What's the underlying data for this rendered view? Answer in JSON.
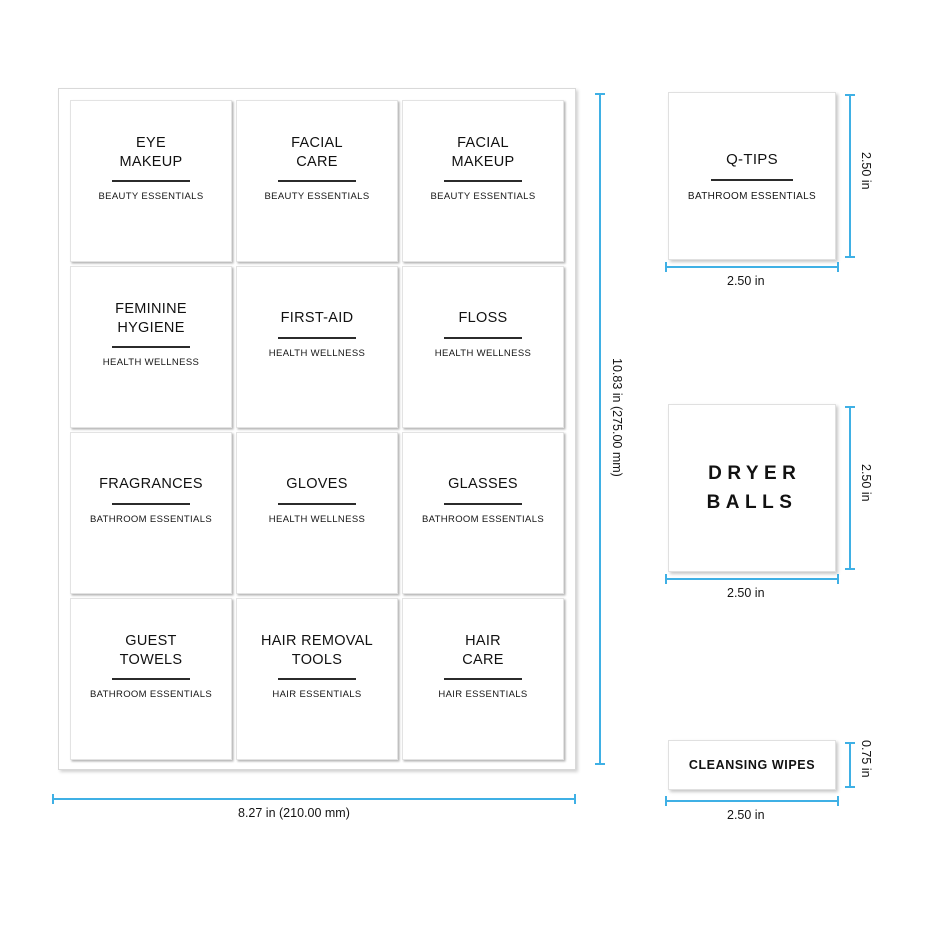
{
  "sheet": {
    "width_label": "8.27 in  (210.00 mm)",
    "height_label": "10.83 in (275.00 mm)",
    "cards": [
      {
        "title": "EYE\nMAKEUP",
        "subtitle": "BEAUTY ESSENTIALS"
      },
      {
        "title": "FACIAL\nCARE",
        "subtitle": "BEAUTY ESSENTIALS"
      },
      {
        "title": "FACIAL\nMAKEUP",
        "subtitle": "BEAUTY ESSENTIALS"
      },
      {
        "title": "FEMININE\nHYGIENE",
        "subtitle": "HEALTH WELLNESS"
      },
      {
        "title": "FIRST-AID",
        "subtitle": "HEALTH WELLNESS"
      },
      {
        "title": "FLOSS",
        "subtitle": "HEALTH WELLNESS"
      },
      {
        "title": "FRAGRANCES",
        "subtitle": "BATHROOM ESSENTIALS"
      },
      {
        "title": "GLOVES",
        "subtitle": "HEALTH WELLNESS"
      },
      {
        "title": "GLASSES",
        "subtitle": "BATHROOM ESSENTIALS"
      },
      {
        "title": "GUEST\nTOWELS",
        "subtitle": "BATHROOM ESSENTIALS"
      },
      {
        "title": "HAIR REMOVAL\nTOOLS",
        "subtitle": "HAIR ESSENTIALS"
      },
      {
        "title": "HAIR\nCARE",
        "subtitle": "HAIR ESSENTIALS"
      }
    ]
  },
  "panels": {
    "qtips": {
      "title": "Q-TIPS",
      "subtitle": "BATHROOM ESSENTIALS",
      "width_label": "2.50 in",
      "height_label": "2.50 in"
    },
    "dryer": {
      "title": "DRYER\nBALLS",
      "width_label": "2.50 in",
      "height_label": "2.50 in"
    },
    "wipes": {
      "title": "CLEANSING WIPES",
      "width_label": "2.50 in",
      "height_label": "0.75 in"
    }
  },
  "colors": {
    "dimension_line": "#3FB0E5",
    "card_text": "#111111",
    "sheet_border": "#d9d9d9"
  }
}
